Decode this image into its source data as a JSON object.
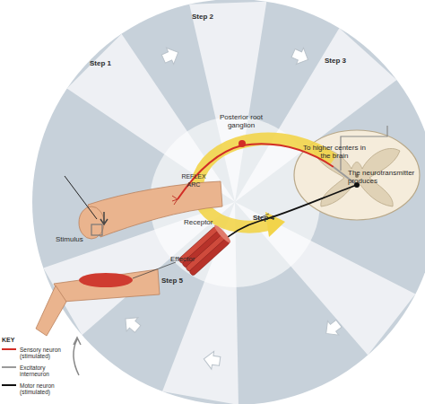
{
  "diagram": {
    "labels": [
      "Step 1",
      "Step 2",
      "Step 3",
      "Posterior root ganglion",
      "To higher centers in the brain",
      "The neurotransmitter produces",
      "REFLEX ARC",
      "Receptor",
      "Stimulus",
      "Step 4",
      "Effector",
      "Step 5",
      "KEY"
    ],
    "legend": [
      {
        "text": "Sensory neuron (stimulated)"
      },
      {
        "text": "Excitatory interneuron"
      },
      {
        "text": "Motor neuron (stimulated)"
      }
    ]
  }
}
